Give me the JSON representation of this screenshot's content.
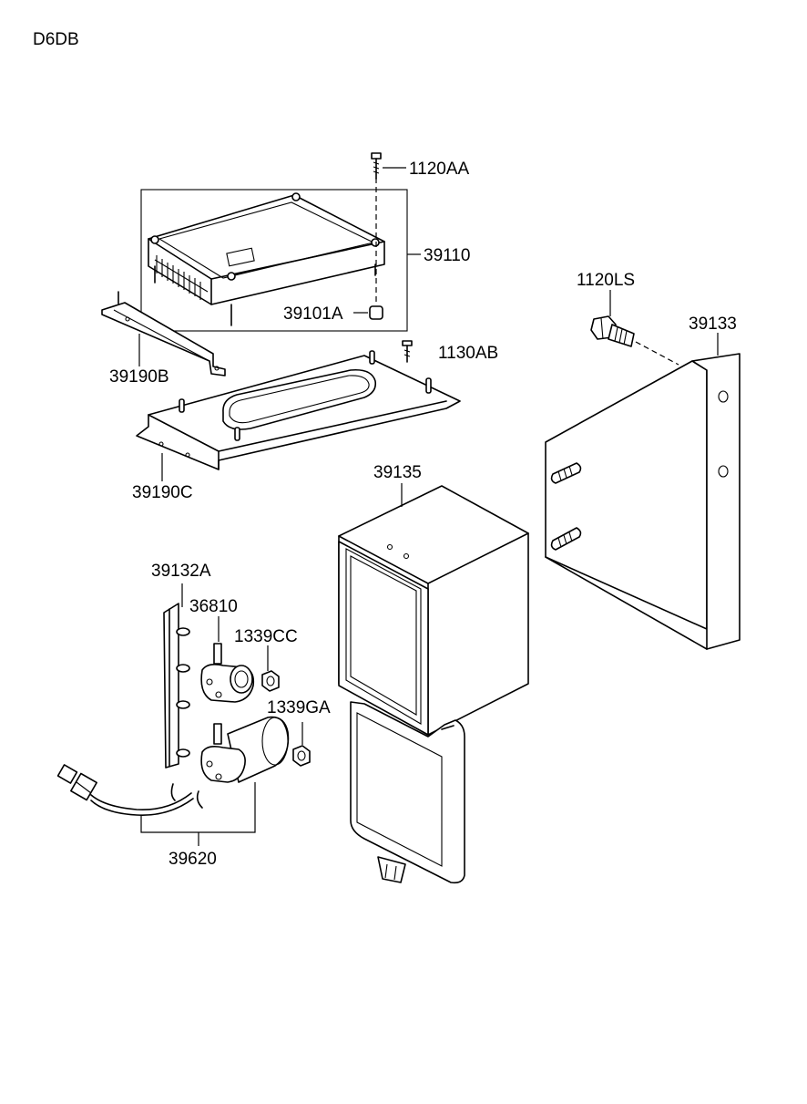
{
  "header": {
    "code": "D6DB"
  },
  "parts": {
    "p1120AA": "1120AA",
    "p39110": "39110",
    "p39101A": "39101A",
    "p39190B": "39190B",
    "p1130AB": "1130AB",
    "p39190C": "39190C",
    "p1120LS": "1120LS",
    "p39133": "39133",
    "p39135": "39135",
    "p39132A": "39132A",
    "p36810": "36810",
    "p1339CC": "1339CC",
    "p1339GA": "1339GA",
    "p39620": "39620"
  }
}
